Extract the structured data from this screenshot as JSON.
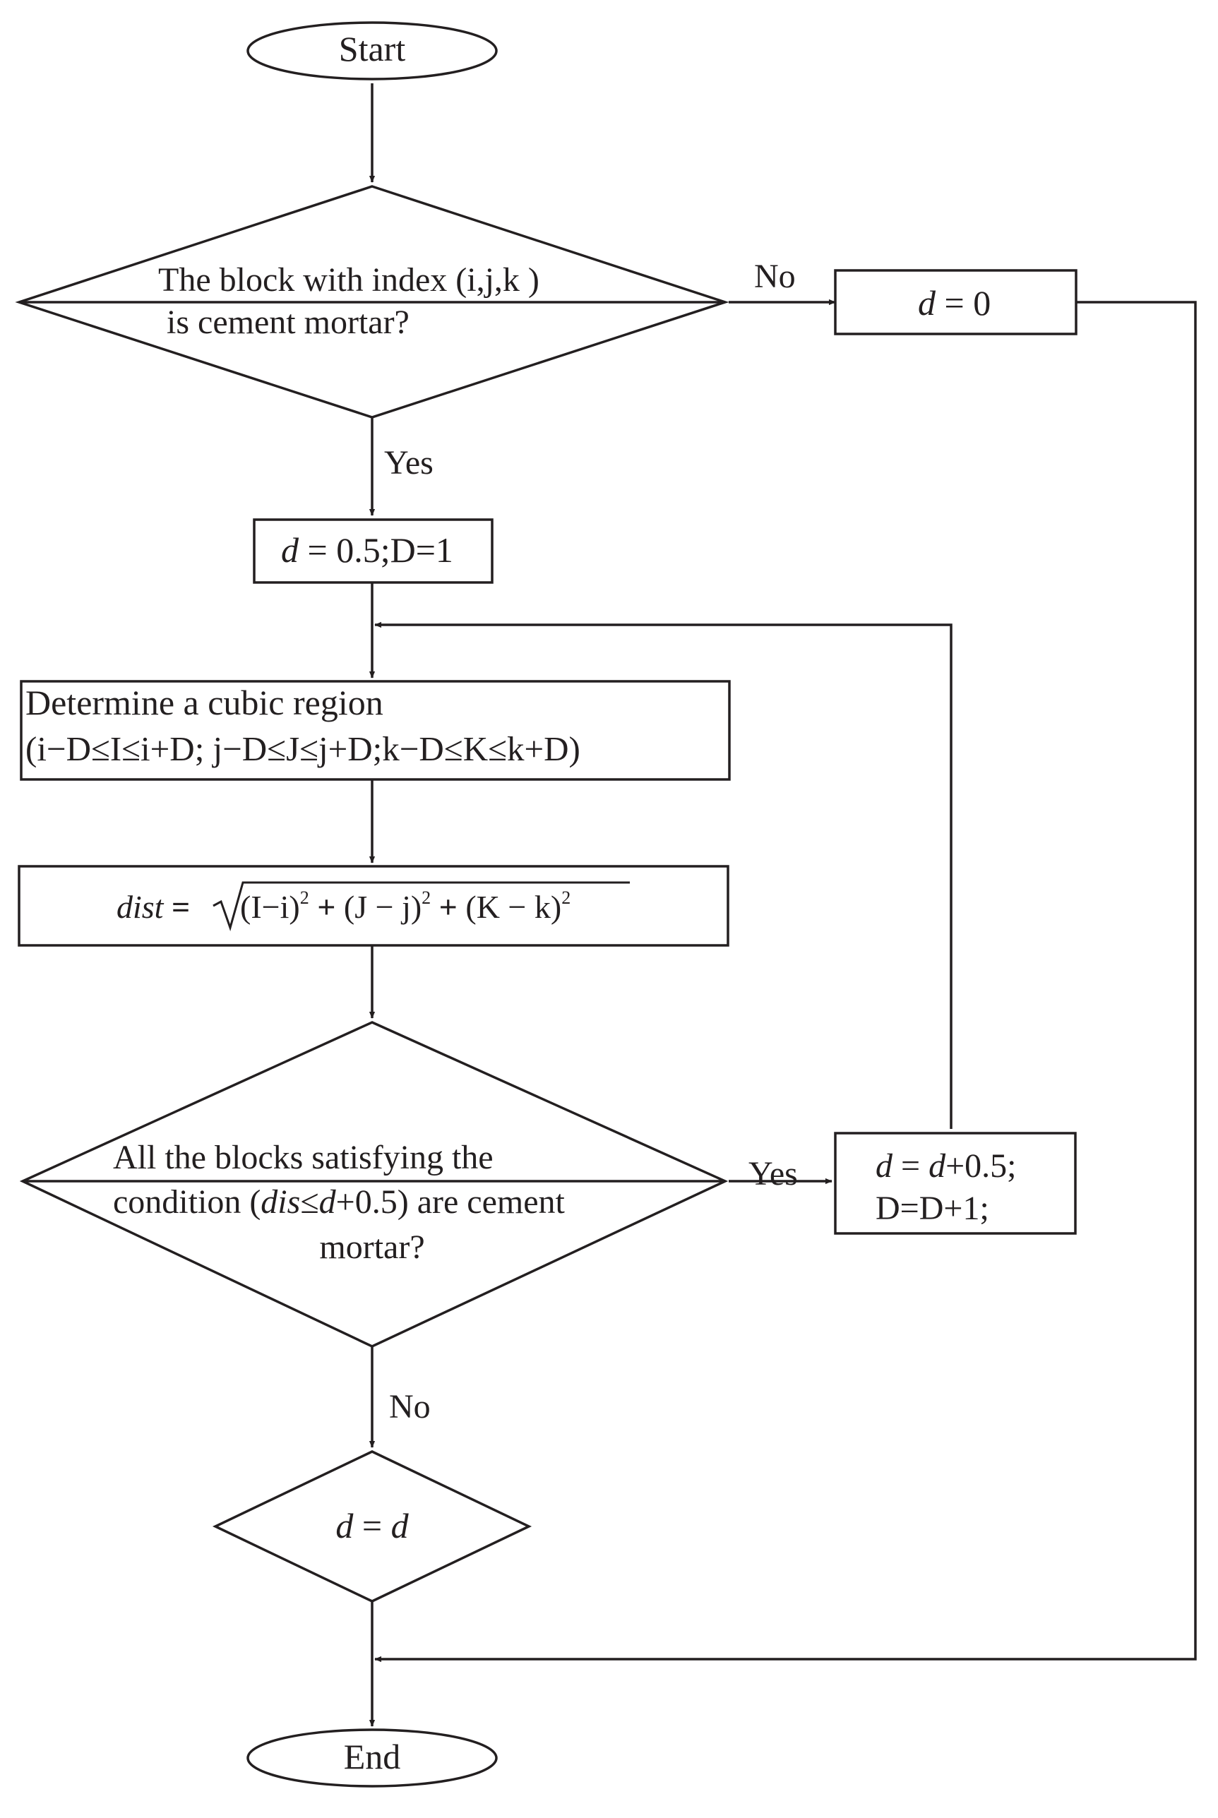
{
  "start": {
    "label": "Start"
  },
  "decision1": {
    "line1": "The block with index (i,j,k )",
    "line2": "is cement mortar?"
  },
  "label_no_1": "No",
  "assign_zero": {
    "var": "d",
    "rest": " = 0"
  },
  "label_yes_1": "Yes",
  "init": {
    "var": "d",
    "rest": " = 0.5;D=1"
  },
  "region": {
    "line1": "Determine a cubic region",
    "line2": "(i−D≤I≤i+D; j−D≤J≤j+D;k−D≤K≤k+D)"
  },
  "dist_formula": {
    "lhs": "dist",
    "equals": " = ",
    "t1": "(I−i)",
    "plus": " + ",
    "t2": "(J − j)",
    "t3": "(K − k)",
    "sup": "2"
  },
  "decision2": {
    "line1": "All the blocks satisfying the",
    "line2_a": "condition (",
    "line2_var1": "dis",
    "line2_b": "≤",
    "line2_var2": "d",
    "line2_c": "+0.5) are cement",
    "line3": "mortar?"
  },
  "label_yes_2": "Yes",
  "increment": {
    "line1_var": "d",
    "line1_mid": " = ",
    "line1_var2": "d",
    "line1_rest": "+0.5;",
    "line2": "D=D+1;"
  },
  "label_no_2": "No",
  "final_assign": {
    "var": "d",
    "eq": " = ",
    "var2": "d"
  },
  "end": {
    "label": "End"
  }
}
